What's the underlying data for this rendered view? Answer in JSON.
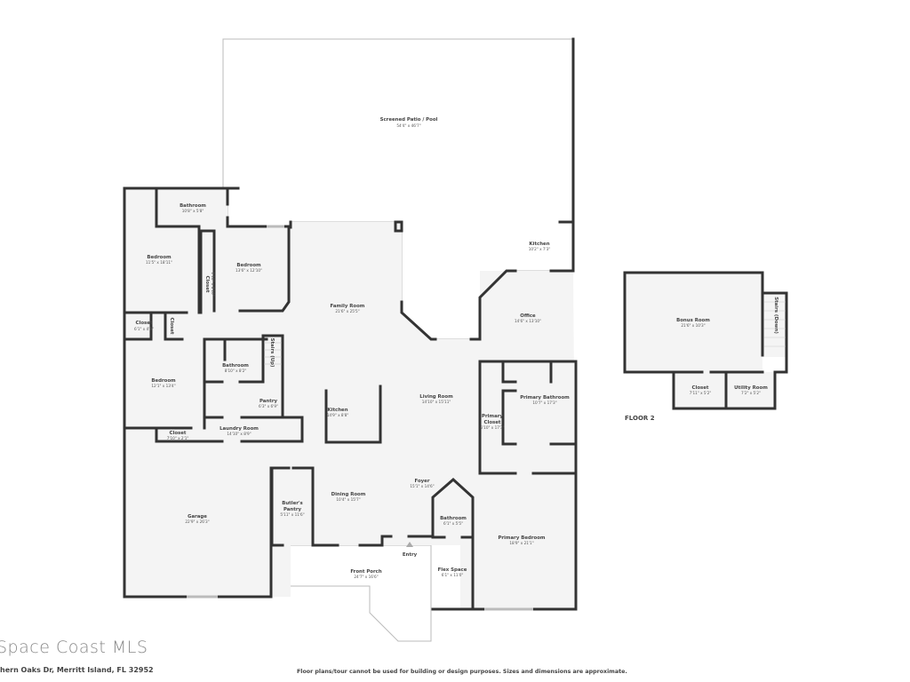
{
  "rooms": {
    "patio": {
      "name": "Screened Patio / Pool",
      "dim": "54'4\" x 46'7\""
    },
    "bath1": {
      "name": "Bathroom",
      "dim": "10'8\" x 5'8\""
    },
    "bed1": {
      "name": "Bedroom",
      "dim": "11'5\" x 18'11\""
    },
    "bed2": {
      "name": "Bedroom",
      "dim": "13'6\" x 12'10\""
    },
    "closet1": {
      "name": "Closet",
      "dim": "1'10\" x 8'10\""
    },
    "closet2": {
      "name": "Closet",
      "dim": "6'1\" x 4'9\""
    },
    "closet3": {
      "name": "Closet"
    },
    "bed3": {
      "name": "Bedroom",
      "dim": "12'1\" x 13'4\""
    },
    "bath2": {
      "name": "Bathroom",
      "dim": "8'10\" x 8'2\""
    },
    "stairs_up": {
      "name": "Stairs (Up)"
    },
    "pantry": {
      "name": "Pantry",
      "dim": "6'3\" x 6'9\""
    },
    "laundry": {
      "name": "Laundry Room",
      "dim": "14'10\" x 8'9\""
    },
    "closet4": {
      "name": "Closet",
      "dim": "7'10\" x 2'1\""
    },
    "garage": {
      "name": "Garage",
      "dim": "22'9\" x 26'3\""
    },
    "family": {
      "name": "Family Room",
      "dim": "21'6\" x 25'5\""
    },
    "kitchen": {
      "name": "Kitchen",
      "dim": "14'9\" x 8'8\""
    },
    "kitchen_out": {
      "name": "Kitchen",
      "dim": "10'2\" x 7'3\""
    },
    "office": {
      "name": "Office",
      "dim": "14'6\" x 13'10\""
    },
    "living": {
      "name": "Living Room",
      "dim": "14'10\" x 15'11\""
    },
    "pbath": {
      "name": "Primary Bathroom",
      "dim": "10'7\" x 17'3\""
    },
    "pcloset": {
      "name1": "Primary",
      "name2": "Closet",
      "dim": "5'10\" x 17'3\""
    },
    "butler": {
      "name1": "Butler's",
      "name2": "Pantry",
      "dim": "5'11\" x 11'6\""
    },
    "dining": {
      "name": "Dining Room",
      "dim": "10'4\" x 15'7\""
    },
    "foyer": {
      "name": "Foyer",
      "dim": "15'1\" x 14'6\""
    },
    "bath3": {
      "name": "Bathroom",
      "dim": "6'1\" x 5'5\""
    },
    "pbed": {
      "name": "Primary Bedroom",
      "dim": "18'9\" x 21'1\""
    },
    "flex": {
      "name": "Flex Space",
      "dim": "6'1\" x 11'0\""
    },
    "porch": {
      "name": "Front Porch",
      "dim": "24'7\" x 16'6\""
    },
    "entry": {
      "name": "Entry"
    },
    "bonus": {
      "name": "Bonus Room",
      "dim": "21'6\" x 10'3\""
    },
    "stairs_down": {
      "name": "Stairs (Down)"
    },
    "closet5": {
      "name": "Closet",
      "dim": "7'11\" x 5'2\""
    },
    "utility": {
      "name": "Utility Room",
      "dim": "7'2\" x 5'2\""
    }
  },
  "floor2_label": "FLOOR 2",
  "footer": {
    "logo": "Space Coast MLS",
    "address": "hern Oaks Dr, Merritt Island, FL 32952",
    "disclaimer": "Floor plans/tour cannot be used for building or design purposes. Sizes and dimensions are approximate."
  }
}
